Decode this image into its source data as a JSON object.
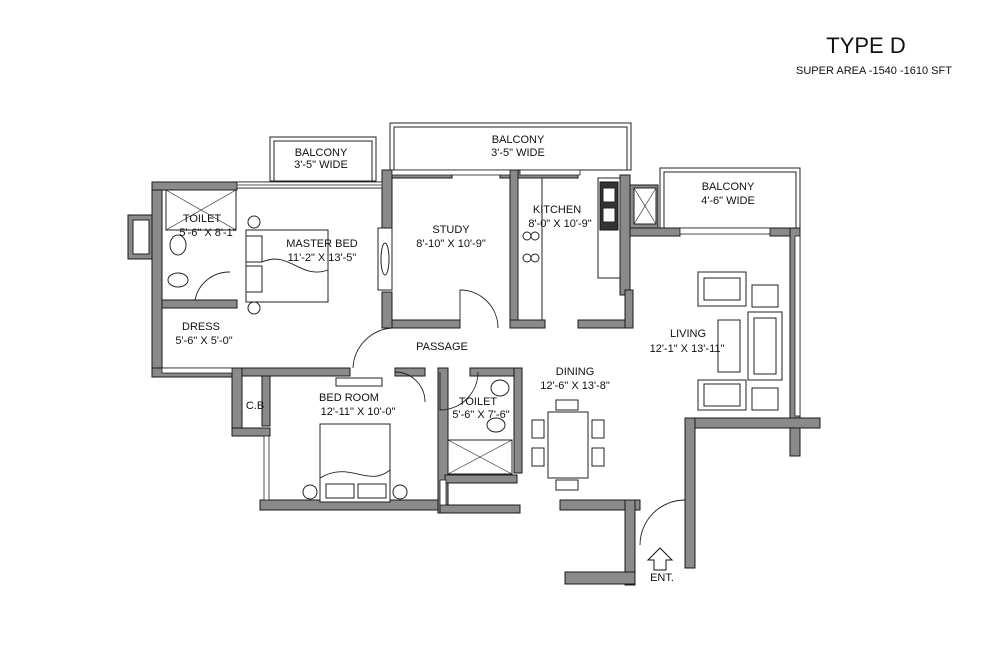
{
  "plan": {
    "title": "TYPE D",
    "subtitle": "SUPER AREA -1540 -1610 SFT",
    "entrance": "ENT."
  },
  "rooms": {
    "balcony_left": {
      "name": "BALCONY",
      "size": "3'-5\" WIDE"
    },
    "balcony_mid": {
      "name": "BALCONY",
      "size": "3'-5\" WIDE"
    },
    "balcony_right": {
      "name": "BALCONY",
      "size": "4'-6\" WIDE"
    },
    "toilet_master": {
      "name": "TOILET",
      "size": "5'-6\" X 8'-1\""
    },
    "master_bed": {
      "name": "MASTER BED",
      "size": "11'-2\" X 13'-5\""
    },
    "study": {
      "name": "STUDY",
      "size": "8'-10\" X 10'-9\""
    },
    "kitchen": {
      "name": "KITCHEN",
      "size": "8'-0\" X 10'-9\""
    },
    "dress": {
      "name": "DRESS",
      "size": "5'-6\" X 5'-0\""
    },
    "passage": {
      "name": "PASSAGE"
    },
    "living": {
      "name": "LIVING",
      "size": "12'-1\" X 13'-11\""
    },
    "dining": {
      "name": "DINING",
      "size": "12'-6\" X 13'-8\""
    },
    "cb": {
      "name": "C.B"
    },
    "bed_room": {
      "name": "BED ROOM",
      "size": "12'-11\" X 10'-0\""
    },
    "toilet_common": {
      "name": "TOILET",
      "size": "5'-6\" X 7'-6\""
    }
  }
}
